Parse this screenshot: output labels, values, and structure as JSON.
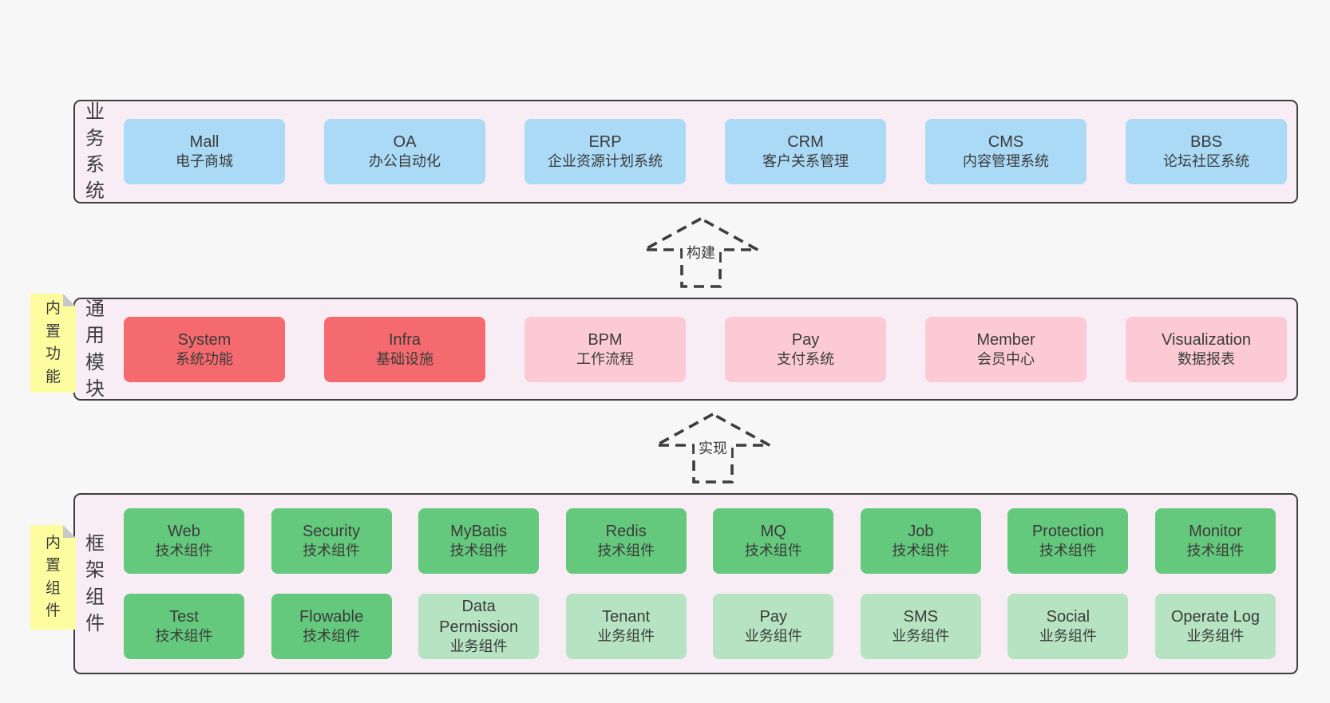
{
  "diagram": {
    "layers": [
      {
        "key": "business-systems",
        "title": "业务系统",
        "sticky": null,
        "rows": [
          [
            {
              "name": "Mall",
              "subtitle": "电子商城",
              "color": "blue"
            },
            {
              "name": "OA",
              "subtitle": "办公自动化",
              "color": "blue"
            },
            {
              "name": "ERP",
              "subtitle": "企业资源计划系统",
              "color": "blue"
            },
            {
              "name": "CRM",
              "subtitle": "客户关系管理",
              "color": "blue"
            },
            {
              "name": "CMS",
              "subtitle": "内容管理系统",
              "color": "blue"
            },
            {
              "name": "BBS",
              "subtitle": "论坛社区系统",
              "color": "blue"
            }
          ]
        ]
      },
      {
        "key": "common-modules",
        "title": "通用模块",
        "sticky": "内置功能",
        "rows": [
          [
            {
              "name": "System",
              "subtitle": "系统功能",
              "color": "red"
            },
            {
              "name": "Infra",
              "subtitle": "基础设施",
              "color": "red"
            },
            {
              "name": "BPM",
              "subtitle": "工作流程",
              "color": "pink"
            },
            {
              "name": "Pay",
              "subtitle": "支付系统",
              "color": "pink"
            },
            {
              "name": "Member",
              "subtitle": "会员中心",
              "color": "pink"
            },
            {
              "name": "Visualization",
              "subtitle": "数据报表",
              "color": "pink"
            }
          ]
        ]
      },
      {
        "key": "framework-components",
        "title": "框架组件",
        "sticky": "内置组件",
        "rows": [
          [
            {
              "name": "Web",
              "subtitle": "技术组件",
              "color": "green"
            },
            {
              "name": "Security",
              "subtitle": "技术组件",
              "color": "green"
            },
            {
              "name": "MyBatis",
              "subtitle": "技术组件",
              "color": "green"
            },
            {
              "name": "Redis",
              "subtitle": "技术组件",
              "color": "green"
            },
            {
              "name": "MQ",
              "subtitle": "技术组件",
              "color": "green"
            },
            {
              "name": "Job",
              "subtitle": "技术组件",
              "color": "green"
            },
            {
              "name": "Protection",
              "subtitle": "技术组件",
              "color": "green"
            },
            {
              "name": "Monitor",
              "subtitle": "技术组件",
              "color": "green"
            }
          ],
          [
            {
              "name": "Test",
              "subtitle": "技术组件",
              "color": "green"
            },
            {
              "name": "Flowable",
              "subtitle": "技术组件",
              "color": "green"
            },
            {
              "name": "Data Permission",
              "subtitle": "业务组件",
              "color": "lgreen"
            },
            {
              "name": "Tenant",
              "subtitle": "业务组件",
              "color": "lgreen"
            },
            {
              "name": "Pay",
              "subtitle": "业务组件",
              "color": "lgreen"
            },
            {
              "name": "SMS",
              "subtitle": "业务组件",
              "color": "lgreen"
            },
            {
              "name": "Social",
              "subtitle": "业务组件",
              "color": "lgreen"
            },
            {
              "name": "Operate Log",
              "subtitle": "业务组件",
              "color": "lgreen"
            }
          ]
        ]
      }
    ],
    "arrows": [
      {
        "label": "构建"
      },
      {
        "label": "实现"
      }
    ],
    "colors": {
      "page_background": "#f7f7f7",
      "layer_background": "#f9edf5",
      "layer_border": "#3d3d3d",
      "box_blue": "#aadaf6",
      "box_red": "#f46a6e",
      "box_pink": "#fbcad4",
      "box_green": "#65c97d",
      "box_light_green": "#b6e4c2",
      "sticky_yellow": "#fdfd9f",
      "sticky_fold_grey": "#c8c8c8",
      "text": "#3b3b3b"
    }
  }
}
